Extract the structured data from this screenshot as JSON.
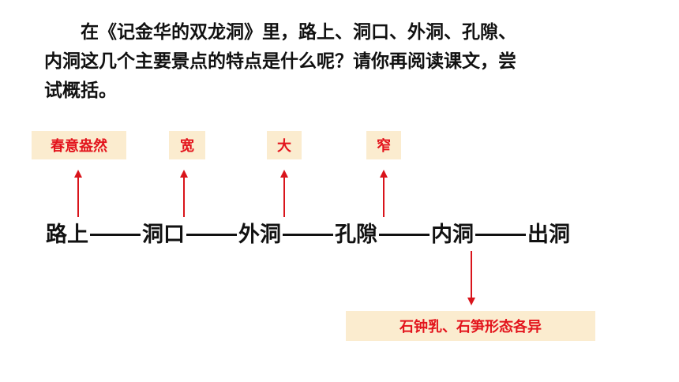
{
  "question": {
    "line1": "在《记金华的双龙洞》里，路上、洞口、外洞、孔隙、",
    "line2": "内洞这几个主要景点的特点是什么呢？请你再阅读课文，尝",
    "line3": "试概括。"
  },
  "stops": [
    "路上",
    "洞口",
    "外洞",
    "孔隙",
    "内洞",
    "出洞"
  ],
  "features": {
    "lushang": "春意盎然",
    "dongkou": "宽",
    "waidong": "大",
    "kongxi": "窄",
    "neidong": "石钟乳、石笋形态各异"
  },
  "colors": {
    "label_bg": "#fbeccf",
    "label_text": "#e3141c",
    "arrow": "#d9141b"
  }
}
